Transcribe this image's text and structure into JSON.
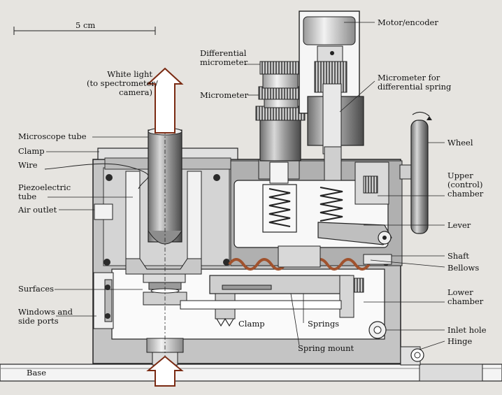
{
  "scale_bar": {
    "label": "5 cm"
  },
  "labels": {
    "white_light": [
      "White light",
      "(to spectrometer/",
      "camera)"
    ],
    "microscope_tube": "Microscope tube",
    "clamp_left": "Clamp",
    "wire": "Wire",
    "piezo": [
      "Piezoelectric",
      "tube"
    ],
    "air_outlet": "Air outlet",
    "surfaces": "Surfaces",
    "windows": [
      "Windows and",
      "side ports"
    ],
    "base": "Base",
    "diff_micrometer": [
      "Differential",
      "micrometer"
    ],
    "micrometer": "Micrometer",
    "motor": "Motor/encoder",
    "mic_diff_spring": [
      "Micrometer for",
      "differential spring"
    ],
    "wheel": "Wheel",
    "upper_chamber": [
      "Upper",
      "(control)",
      "chamber"
    ],
    "lever": "Lever",
    "shaft": "Shaft",
    "bellows": "Bellows",
    "lower_chamber": [
      "Lower",
      "chamber"
    ],
    "clamp_bottom": "Clamp",
    "springs": "Springs",
    "inlet_hole": "Inlet hole",
    "hinge": "Hinge",
    "spring_mount": "Spring mount"
  },
  "colors": {
    "background": "#e6e4e0",
    "metal_light": "#f4f4f4",
    "metal_mid": "#bdbdbd",
    "metal_dark": "#5a5a5a",
    "light_arrow": "#7a2a12",
    "bellows": "#a0522d"
  }
}
